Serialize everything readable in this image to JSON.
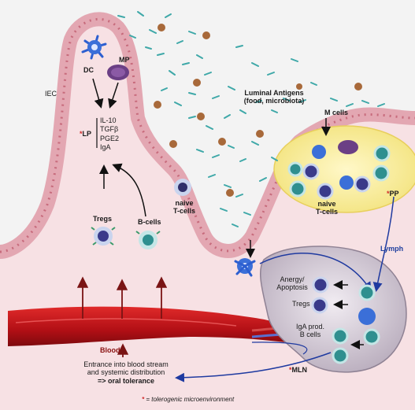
{
  "labels": {
    "iec": "IEC",
    "dc": "DC",
    "mp": "MP",
    "lp": "LP",
    "lp_star": "*",
    "mediators": [
      "IL-10",
      "TGFβ",
      "PGE2",
      "IgA"
    ],
    "tregs": "Tregs",
    "bcells": "B-cells",
    "naive_tcells_left": [
      "naive",
      "T-cells"
    ],
    "luminal_antigens": [
      "Luminal Antigens",
      "(food, microbiota)"
    ],
    "m_cells": "M cells",
    "naive_tcells_pp": [
      "naive",
      "T-cells"
    ],
    "pp": "PP",
    "pp_star": "*",
    "lymph": "Lymph",
    "anergy": [
      "Anergy/",
      "Apoptosis"
    ],
    "mln_tregs": "Tregs",
    "iga": [
      "IgA prod.",
      "B cells"
    ],
    "mln": "MLN",
    "mln_star": "*",
    "blood": "Blood",
    "entrance": [
      "Entrance into blood stream",
      "and systemic distribution",
      "=> oral tolerance"
    ],
    "footnote_star": "*",
    "footnote": "= tolerogenic microenvironment"
  },
  "colors": {
    "tissue": "#f7dfe2",
    "epithelium": "#e8a9b4",
    "epithelium_dots": "#c76b7c",
    "blood_vessel": "#c0121a",
    "arrow_blue": "#1f3aa0",
    "arrow_dark_red": "#7a1414",
    "lumen_bg": "#f4f4f4",
    "pp_fill": "#fbf2b0",
    "mln_fill": "#e6dde6",
    "antigen_teal": "#3ea8a8",
    "antigen_brown": "#a86a3a",
    "cell_blue": "#3b6fd8",
    "cell_purple": "#4a3a8a",
    "cell_teal": "#2f8f8f"
  },
  "icons": [
    "dendritic-cell-icon",
    "macrophage-icon",
    "treg-cell-icon",
    "b-cell-icon",
    "naive-t-cell-icon"
  ]
}
